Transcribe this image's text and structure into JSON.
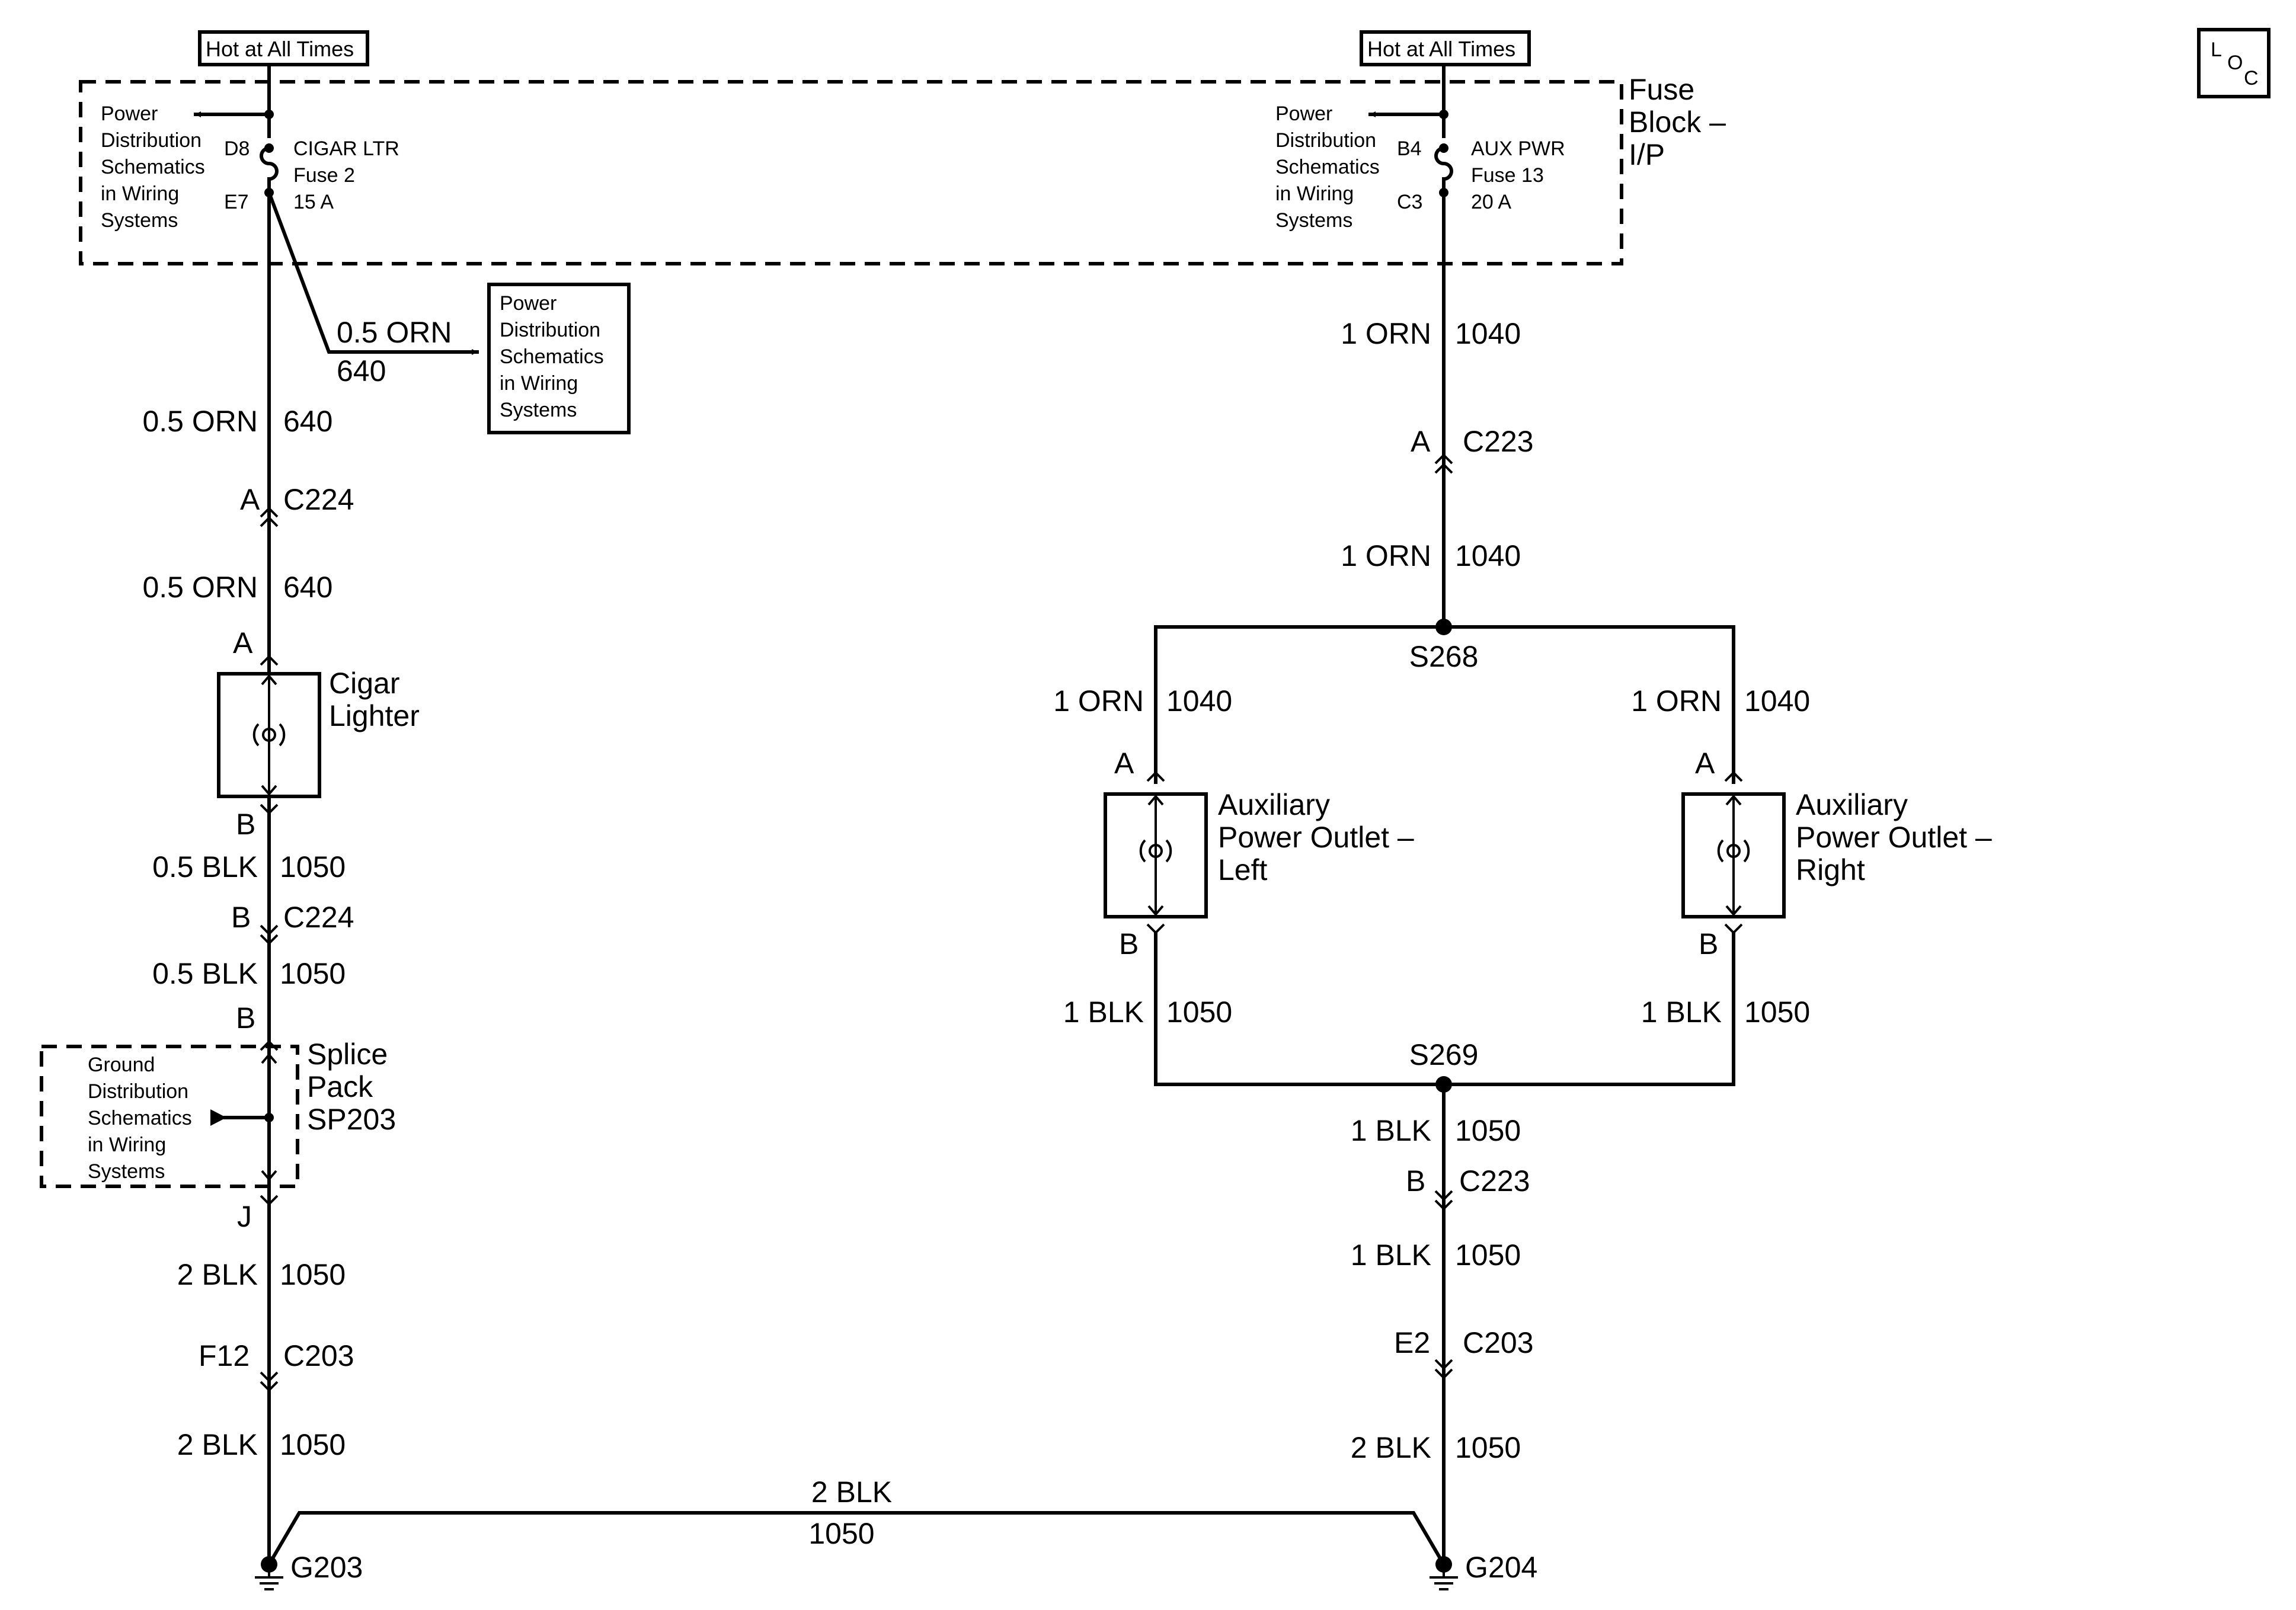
{
  "hot_at_all_times": "Hot at All Times",
  "loc_icon": {
    "l": "L",
    "o": "O",
    "c": "C"
  },
  "fuse_block": {
    "line1": "Fuse",
    "line2": "Block –",
    "line3": "I/P"
  },
  "power_dist": {
    "l1": "Power",
    "l2": "Distribution",
    "l3": "Schematics",
    "l4": "in Wiring",
    "l5": "Systems"
  },
  "ground_dist": {
    "l1": "Ground",
    "l2": "Distribution",
    "l3": "Schematics",
    "l4": "in Wiring",
    "l5": "Systems"
  },
  "fuse_left": {
    "top_pin": "D8",
    "bottom_pin": "E7",
    "name": "CIGAR LTR",
    "fuse": "Fuse 2",
    "amps": "15 A"
  },
  "fuse_right": {
    "top_pin": "B4",
    "bottom_pin": "C3",
    "name": "AUX PWR",
    "fuse": "Fuse 13",
    "amps": "20 A"
  },
  "wires": {
    "orn05": "0.5 ORN",
    "w640": "640",
    "orn1": "1 ORN",
    "w1040": "1040",
    "blk05": "0.5 BLK",
    "blk1": "1 BLK",
    "blk2": "2 BLK",
    "w1050": "1050"
  },
  "pins": {
    "a": "A",
    "b": "B",
    "j": "J",
    "f12": "F12",
    "e2": "E2"
  },
  "connectors": {
    "c224": "C224",
    "c223": "C223",
    "c203": "C203"
  },
  "splices": {
    "s268": "S268",
    "s269": "S269"
  },
  "grounds": {
    "g203": "G203",
    "g204": "G204"
  },
  "components": {
    "cigar": {
      "l1": "Cigar",
      "l2": "Lighter"
    },
    "aux_left": {
      "l1": "Auxiliary",
      "l2": "Power Outlet –",
      "l3": "Left"
    },
    "aux_right": {
      "l1": "Auxiliary",
      "l2": "Power Outlet –",
      "l3": "Right"
    },
    "splice_pack": {
      "l1": "Splice",
      "l2": "Pack",
      "l3": "SP203"
    }
  }
}
